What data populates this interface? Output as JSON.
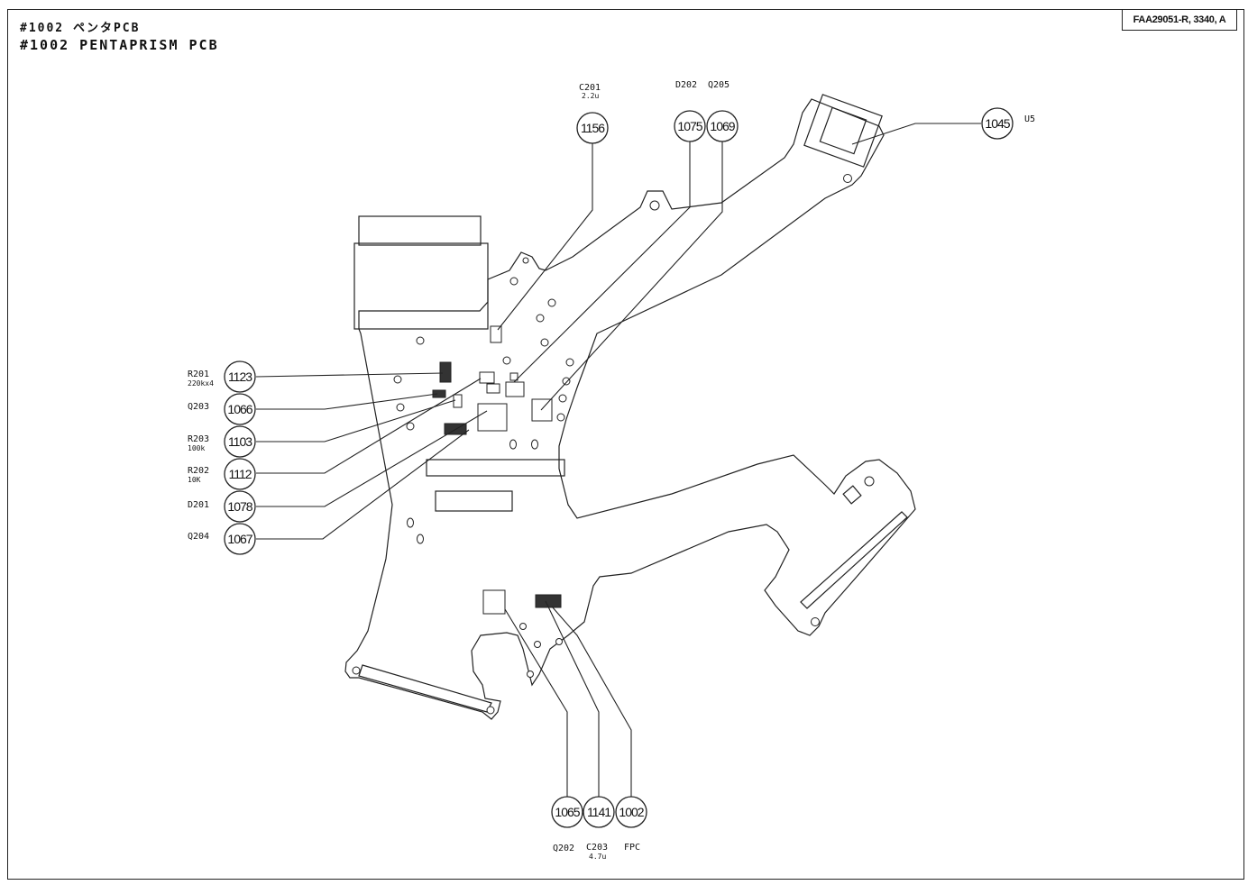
{
  "header": {
    "title_jp": "#1002 ペンタPCB",
    "title_en": "#1002 PENTAPRISM PCB",
    "ref": "FAA29051-R, 3340, A"
  },
  "callouts": {
    "c1156": {
      "num": "1156",
      "label": "C201",
      "sub": "2.2u"
    },
    "c1075": {
      "num": "1075",
      "label": "D202"
    },
    "c1069": {
      "num": "1069",
      "label": "Q205"
    },
    "c1045": {
      "num": "1045",
      "label": "U5"
    },
    "c1123": {
      "num": "1123",
      "label": "R201",
      "sub": "220kx4"
    },
    "c1066": {
      "num": "1066",
      "label": "Q203"
    },
    "c1103": {
      "num": "1103",
      "label": "R203",
      "sub": "100k"
    },
    "c1112": {
      "num": "1112",
      "label": "R202",
      "sub": "10K"
    },
    "c1078": {
      "num": "1078",
      "label": "D201"
    },
    "c1067": {
      "num": "1067",
      "label": "Q204"
    },
    "c1065": {
      "num": "1065",
      "label": "Q202"
    },
    "c1141": {
      "num": "1141",
      "label": "C203",
      "sub": "4.7u"
    },
    "c1002": {
      "num": "1002",
      "label": "FPC"
    }
  }
}
